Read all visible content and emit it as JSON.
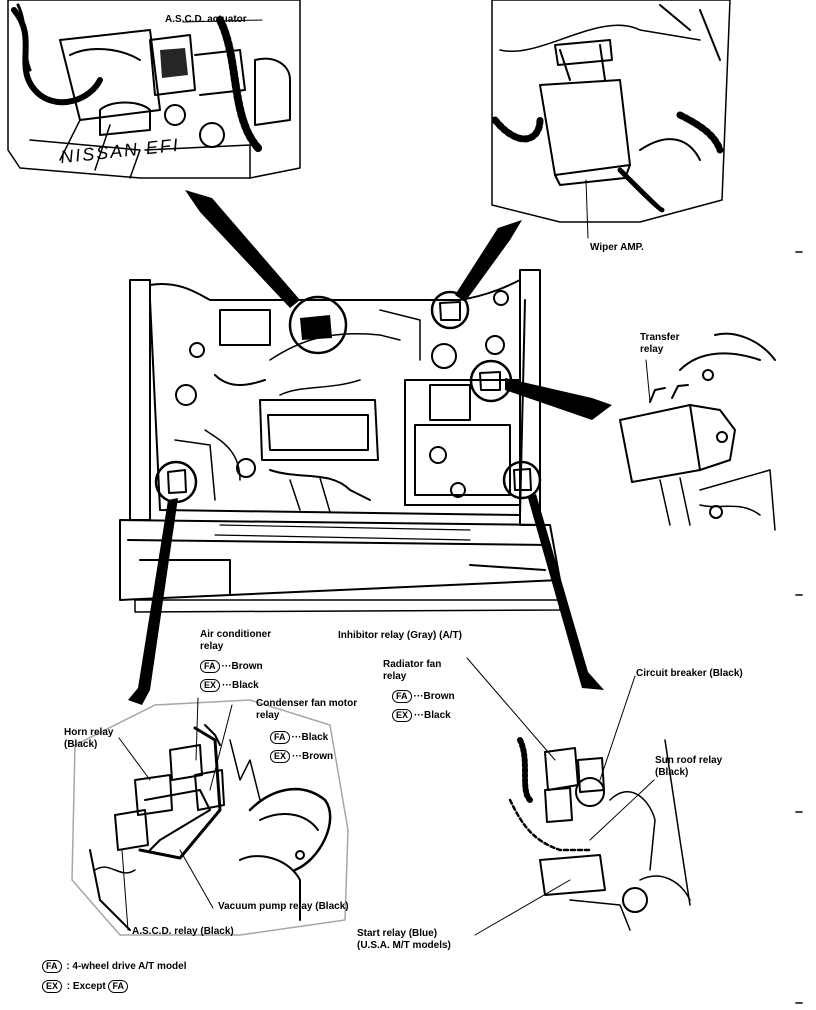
{
  "labels": {
    "ascd_actuator": "A.S.C.D. actuator",
    "engine_stamp": "NISSAN EFI",
    "wiper_amp": "Wiper AMP.",
    "transfer_relay_1": "Transfer",
    "transfer_relay_2": "relay",
    "air_conditioner_relay_1": "Air conditioner",
    "air_conditioner_relay_2": "relay",
    "inhibitor_relay": "Inhibitor relay (Gray) (A/T)",
    "radiator_fan_relay_1": "Radiator fan",
    "radiator_fan_relay_2": "relay",
    "circuit_breaker": "Circuit breaker (Black)",
    "horn_relay_1": "Horn relay",
    "horn_relay_2": "(Black)",
    "condenser_fan_relay_1": "Condenser fan motor",
    "condenser_fan_relay_2": "relay",
    "sun_roof_relay_1": "Sun roof relay",
    "sun_roof_relay_2": "(Black)",
    "vacuum_pump_relay": "Vacuum pump relay (Black)",
    "ascd_relay": "A.S.C.D. relay (Black)",
    "start_relay_1": "Start relay (Blue)",
    "start_relay_2": "(U.S.A. M/T models)"
  },
  "codes": {
    "fa": "FA",
    "ex": "EX"
  },
  "colors": {
    "ac_fa": "···Brown",
    "ac_ex": "···Black",
    "rad_fa": "···Brown",
    "rad_ex": "···Black",
    "cond_fa": "···Black",
    "cond_ex": "···Brown"
  },
  "legend": {
    "fa_desc": ": 4-wheel drive A/T model",
    "ex_desc": ": Except",
    "ex_ref": "FA"
  }
}
